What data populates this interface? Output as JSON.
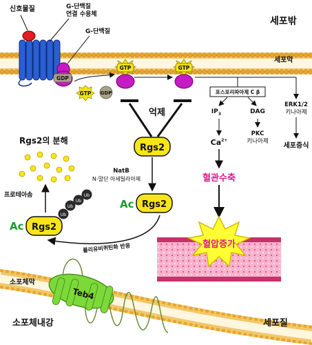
{
  "labels": {
    "signal_substance": "신호물질",
    "gpcr_line1": "G-단백질",
    "gpcr_line2": "연결 수용체",
    "g_protein": "G-단백질",
    "extracellular": "세포밖",
    "cell_membrane": "세포막",
    "gdp": "GDP",
    "gtp": "GTP",
    "inhibition": "억제",
    "rgs2": "Rgs2",
    "ac": "Ac",
    "ub": "Ub",
    "natb_line1": "NatB",
    "natb_line2": "N-말단 아세틸라아제",
    "rgs2_degradation": "Rgs2의 분해",
    "proteasome": "프로테아솜",
    "polyubiquitination": "폴리유비퀴틴화 반응",
    "plc": "포스포리파아제 C β",
    "ip3": "IP",
    "ip3_sub": "3",
    "dag": "DAG",
    "ca": "Ca",
    "ca_sup": "2+",
    "pkc_line1": "PKC",
    "pkc_line2": "키나아제",
    "erk_line1": "ERK1/2",
    "erk_line2": "키나아제",
    "cell_proliferation": "세포증식",
    "vasoconstriction": "혈관수축",
    "hypertension": "혈압증가",
    "er_membrane": "소포체막",
    "teb4": "Teb4",
    "er_lumen": "소포체내강",
    "cytoplasm": "세포질"
  },
  "colors": {
    "membrane_head": "#e6a52e",
    "membrane_tail": "#cc8a1a",
    "receptor": "#2a5fd0",
    "signal": "#e31b23",
    "g_protein": "#c51bc5",
    "gtp_badge": "#f2e41b",
    "gdp_badge": "#aaa283",
    "rgs2_fill": "#f8e41a",
    "ac_text": "#1a9b2c",
    "ub_fill": "#2b2b2b",
    "teb4": "#7cd93a",
    "vasoconstriction_text": "#e2188f",
    "vessel": "#f4a6c2",
    "burst": "#ffff33"
  }
}
